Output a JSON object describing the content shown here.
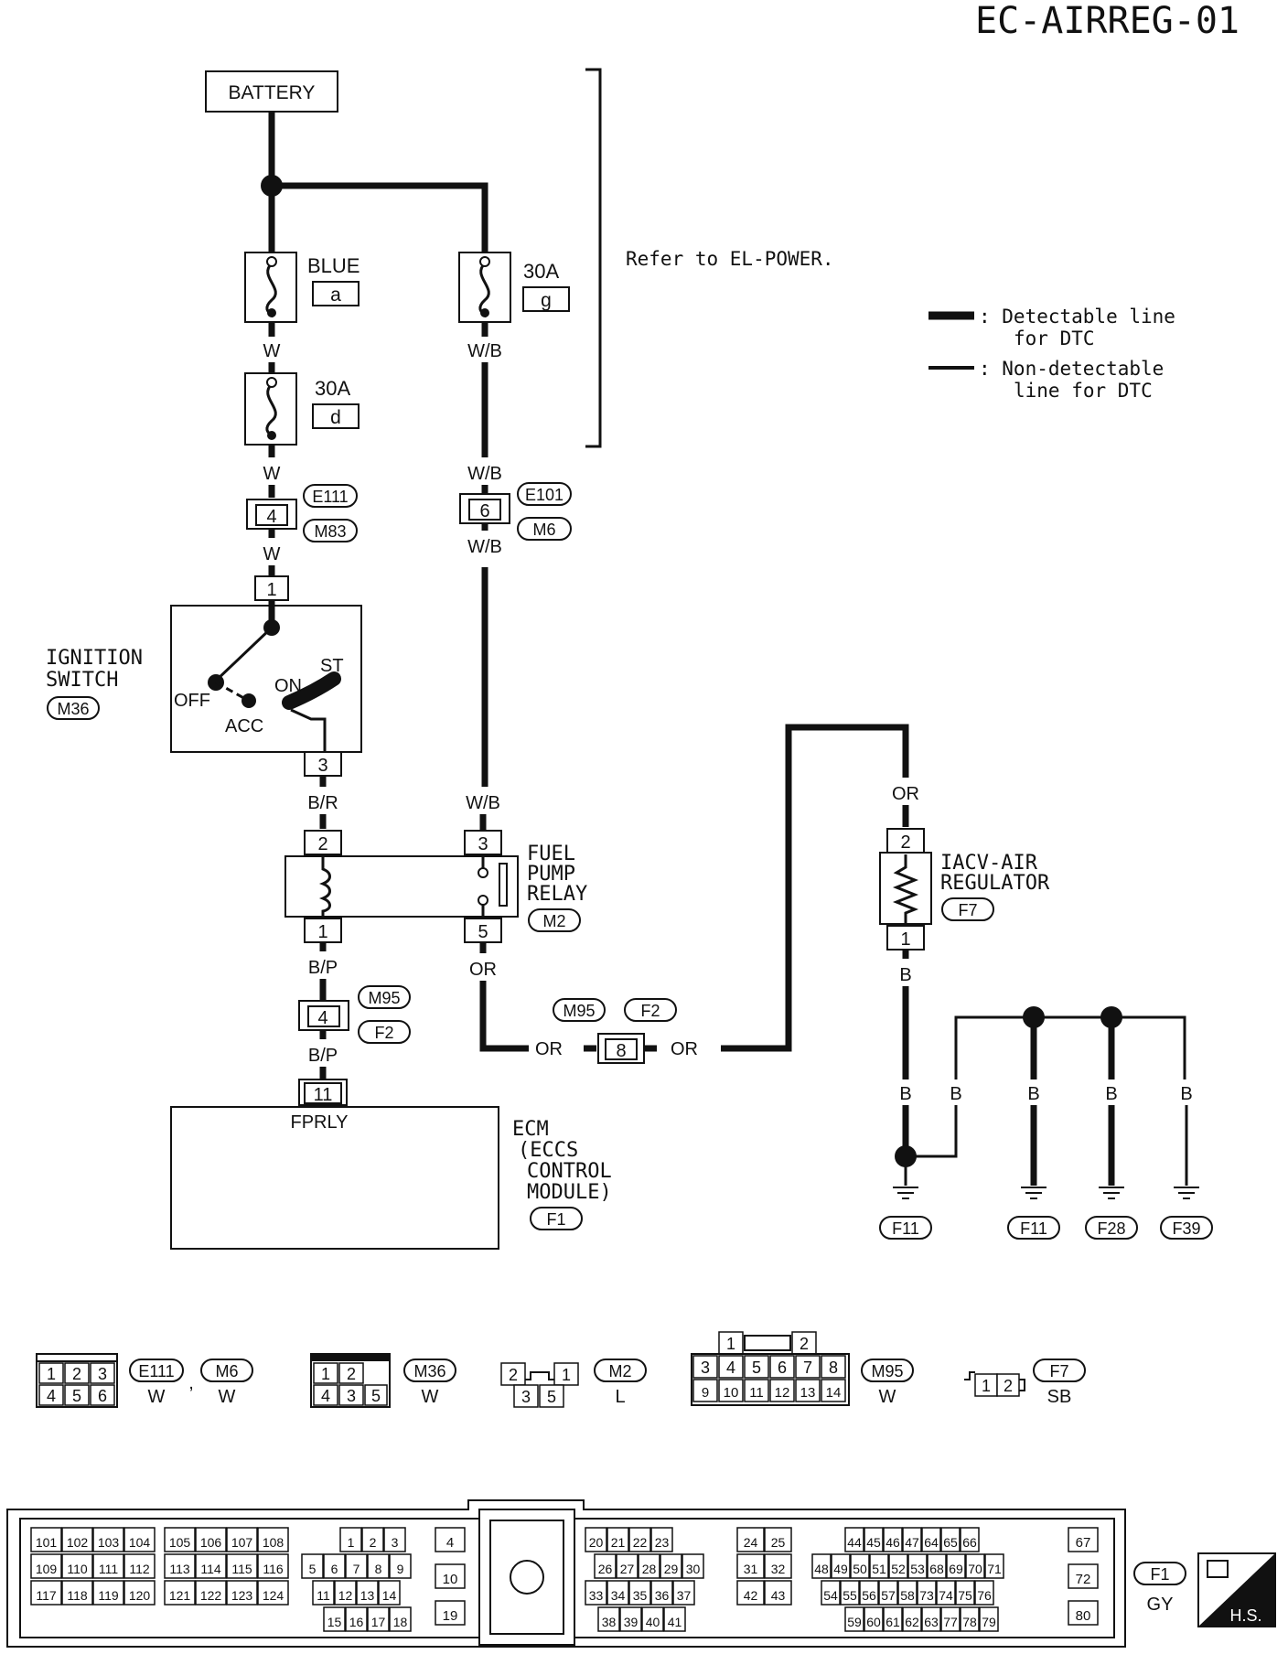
{
  "header": {
    "code": "EC-AIRREG-01"
  },
  "battery": "BATTERY",
  "refer_note": "Refer to EL-POWER.",
  "legend": {
    "detectable": ": Detectable line",
    "detectable2": "for DTC",
    "nondetectable": ": Non-detectable",
    "nondetectable2": "line for DTC"
  },
  "fuses": {
    "blue_label": "BLUE",
    "blue_id": "a",
    "g_amp": "30A",
    "g_id": "g",
    "d_amp": "30A",
    "d_id": "d"
  },
  "wires": {
    "w": "W",
    "wb": "W/B",
    "br": "B/R",
    "bp": "B/P",
    "or": "OR",
    "b": "B"
  },
  "connectors": {
    "e111": "E111",
    "m83": "M83",
    "e101": "E101",
    "m6": "M6",
    "m36": "M36",
    "m2": "M2",
    "m95": "M95",
    "f2": "F2",
    "f7": "F7",
    "f1": "F1",
    "f11": "F11",
    "f28": "F28",
    "f39": "F39"
  },
  "pins": {
    "p1": "1",
    "p2": "2",
    "p3": "3",
    "p4": "4",
    "p5": "5",
    "p6": "6",
    "p8": "8",
    "p11": "11"
  },
  "ignition": {
    "label1": "IGNITION",
    "label2": "SWITCH",
    "off": "OFF",
    "acc": "ACC",
    "on": "ON",
    "st": "ST"
  },
  "relay": {
    "l1": "FUEL",
    "l2": "PUMP",
    "l3": "RELAY"
  },
  "iacv": {
    "l1": "IACV-AIR",
    "l2": "REGULATOR"
  },
  "ecm": {
    "l1": "ECM",
    "l2": "(ECCS",
    "l3": "CONTROL",
    "l4": "MODULE)",
    "terminal": "FPRLY"
  },
  "connector_views": {
    "c1_rows": [
      [
        "1",
        "2",
        "3"
      ],
      [
        "4",
        "5",
        "6"
      ]
    ],
    "c1_colors": [
      "W",
      ",",
      "W"
    ],
    "c2_rows": [
      [
        "1",
        "2"
      ],
      [
        "4",
        "3",
        "5"
      ]
    ],
    "c2_color": "W",
    "c3_top": [
      "2",
      "1"
    ],
    "c3_bot": [
      "3",
      "5"
    ],
    "c3_color": "L",
    "c4_top": [
      "1",
      "2"
    ],
    "c4_mid": [
      "3",
      "4",
      "5",
      "6",
      "7",
      "8"
    ],
    "c4_bot": [
      "9",
      "10",
      "11",
      "12",
      "13",
      "14"
    ],
    "c4_color": "W",
    "c5_pins": [
      "1",
      "2"
    ],
    "c5_color": "SB"
  },
  "ecm_connector": {
    "g1": [
      [
        "101",
        "102",
        "103",
        "104"
      ],
      [
        "109",
        "110",
        "111",
        "112"
      ],
      [
        "117",
        "118",
        "119",
        "120"
      ]
    ],
    "g2": [
      [
        "105",
        "106",
        "107",
        "108"
      ],
      [
        "113",
        "114",
        "115",
        "116"
      ],
      [
        "121",
        "122",
        "123",
        "124"
      ]
    ],
    "g3": [
      [
        "1",
        "2",
        "3"
      ],
      [
        "5",
        "6",
        "7",
        "8",
        "9"
      ],
      [
        "11",
        "12",
        "13",
        "14"
      ],
      [
        "15",
        "16",
        "17",
        "18"
      ]
    ],
    "g4": [
      "4",
      "10",
      "19"
    ],
    "g5": [
      [
        "20",
        "21",
        "22",
        "23"
      ],
      [
        "26",
        "27",
        "28",
        "29",
        "30"
      ],
      [
        "33",
        "34",
        "35",
        "36",
        "37"
      ],
      [
        "38",
        "39",
        "40",
        "41"
      ]
    ],
    "g6": [
      [
        "24",
        "25"
      ],
      [
        "31",
        "32"
      ],
      [
        "42",
        "43"
      ]
    ],
    "g7": [
      [
        "44",
        "45",
        "46",
        "47",
        "64",
        "65",
        "66"
      ],
      [
        "48",
        "49",
        "50",
        "51",
        "52",
        "53",
        "68",
        "69",
        "70",
        "71"
      ],
      [
        "54",
        "55",
        "56",
        "57",
        "58",
        "73",
        "74",
        "75",
        "76"
      ],
      [
        "59",
        "60",
        "61",
        "62",
        "63",
        "77",
        "78",
        "79"
      ]
    ],
    "g8": [
      "67",
      "72",
      "80"
    ],
    "color": "GY",
    "hs": "H.S."
  }
}
